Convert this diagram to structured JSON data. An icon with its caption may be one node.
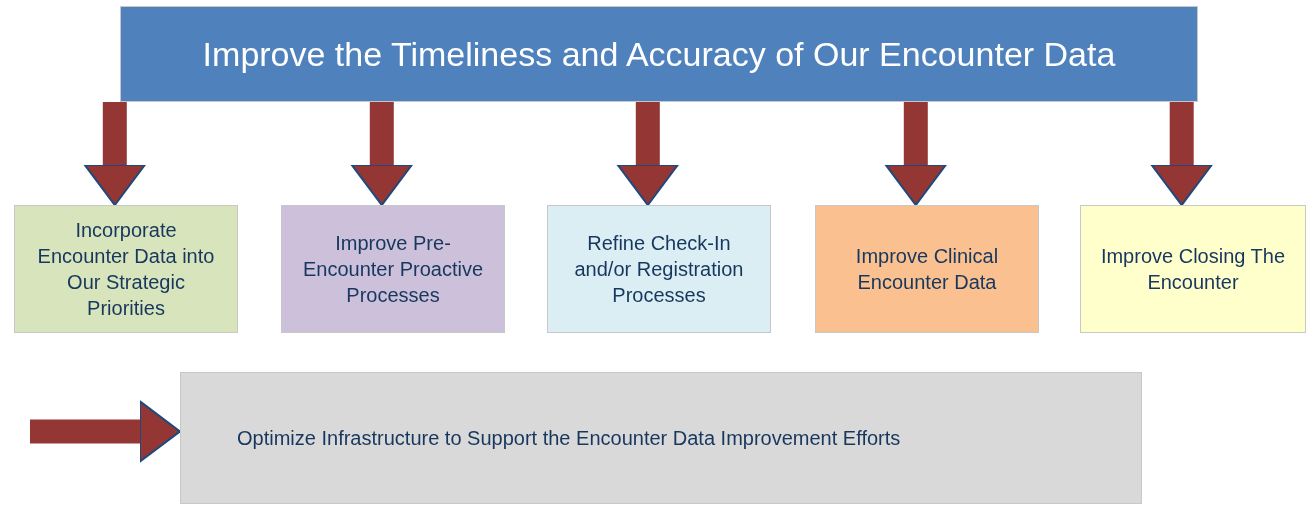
{
  "diagram": {
    "nodes": [
      {
        "text": [
          "Improve the Timeliness and Accuracy of Our Encounter Data"
        ]
      },
      {
        "text": [
          "Incorporate Encounter Data into Our Strategic Priorities"
        ]
      },
      {
        "text": [
          "Improve Pre-Encounter Proactive Processes"
        ]
      },
      {
        "text": [
          "Refine Check-In and/or Registration Processes"
        ]
      },
      {
        "text": [
          "Improve Clinical Encounter Data"
        ]
      },
      {
        "text": [
          "Improve Closing The Encounter"
        ]
      },
      {
        "text": [
          "Optimize Infrastructure to Support the Encounter Data Improvement Efforts"
        ]
      }
    ],
    "edges": [
      {
        "from": 0,
        "to": 1,
        "arrow": "to"
      },
      {
        "from": 0,
        "to": 2,
        "arrow": "to"
      },
      {
        "from": 0,
        "to": 3,
        "arrow": "to"
      },
      {
        "from": 0,
        "to": 4,
        "arrow": "to"
      },
      {
        "from": 0,
        "to": 5,
        "arrow": "to"
      },
      {
        "from": null,
        "to": 6,
        "arrow": "to"
      }
    ]
  }
}
